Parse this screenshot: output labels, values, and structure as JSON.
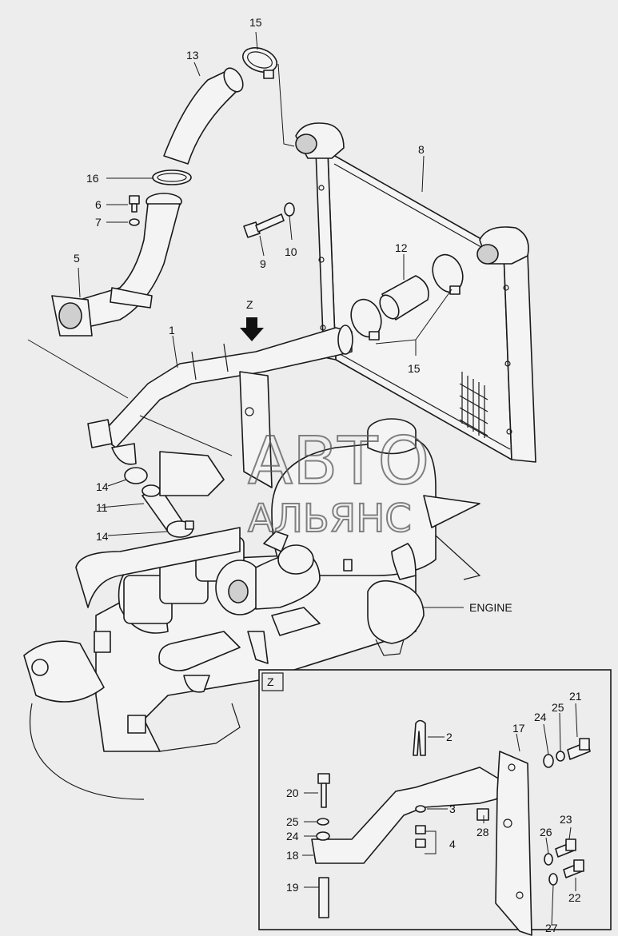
{
  "callouts": {
    "c15a": "15",
    "c13": "13",
    "c8": "8",
    "c16": "16",
    "c6": "6",
    "c7": "7",
    "c9": "9",
    "c10": "10",
    "c12": "12",
    "c5": "5",
    "c15b": "15",
    "c1": "1",
    "c14a": "14",
    "c11": "11",
    "c14b": "14",
    "cZ": "Z"
  },
  "labels": {
    "engine": "ENGINE"
  },
  "detail_z": {
    "title": "Z",
    "callouts": {
      "c2": "2",
      "c21": "21",
      "c25a": "25",
      "c24a": "24",
      "c17": "17",
      "c20": "20",
      "c3": "3",
      "c4": "4",
      "c28": "28",
      "c23": "23",
      "c26": "26",
      "c25b": "25",
      "c24b": "24",
      "c18": "18",
      "c19": "19",
      "c22": "22",
      "c27": "27"
    }
  },
  "watermark": {
    "line1": "АВТО",
    "line2": "АЛЬЯНС"
  }
}
